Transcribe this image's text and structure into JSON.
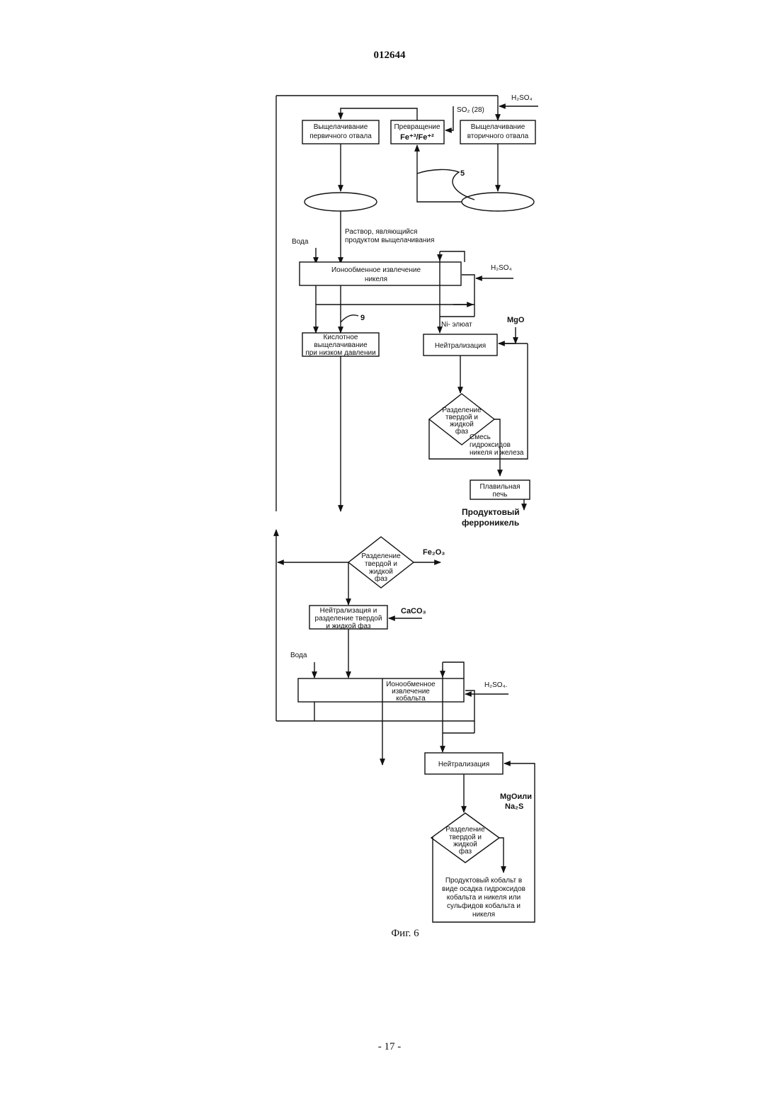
{
  "header": {
    "doc_number": "012644"
  },
  "caption": "Фиг. 6",
  "footer": {
    "page": "- 17 -"
  },
  "diagram": {
    "labels": {
      "h2so4_top": "H₂SO₄",
      "so2": "SO₂ (28)",
      "ref5": "5",
      "solution_line1": "Раствор, являющийся",
      "solution_line2": "продуктом выщелачивания",
      "water1": "Вода",
      "h2so4_ni": "H₂SO₄",
      "ref9": "9",
      "ni_eluate": "Ni- элюат",
      "mgo": "MgO",
      "product_fe_line1": "Продуктовый",
      "product_fe_line2": "ферроникель",
      "fe2o3": "Fe₂O₃",
      "caco3": "CaCO₃",
      "water2": "Вода",
      "h2so4_co": "H₂SO₄.",
      "mgo_na2s_line1": "MgOили",
      "mgo_na2s_line2": "Na₂S"
    },
    "boxes": {
      "leach_primary": [
        "Выщелачивание",
        "первичного отвала"
      ],
      "conversion": [
        "Превращение",
        "Fe⁺³/Fe⁺²"
      ],
      "leach_secondary": [
        "Выщелачивание",
        "вторичного отвала"
      ],
      "ix_nickel": [
        "Ионообменное извлечение",
        "никеля"
      ],
      "acid_leach": [
        "Кислотное",
        "выщелачивание",
        "при низком давлении"
      ],
      "neutralization1": [
        "Нейтрализация"
      ],
      "smelter": [
        "Плавильная",
        "печь"
      ],
      "neutral_sep": [
        "Нейтрализация и",
        "разделение твердой",
        "и жидкой фаз"
      ],
      "ix_cobalt": [
        "Ионообменное",
        "извлечение",
        "кобальта"
      ],
      "neutralization2": [
        "Нейтрализация"
      ],
      "product_co": [
        "Продуктовый кобальт в",
        "виде осадка гидроксидов",
        "кобальта и никеля или",
        "сульфидов кобальта и",
        "никеля"
      ]
    },
    "diamonds": {
      "sep1": [
        "Разделение",
        "твердой и",
        "жидкой",
        "фаз"
      ],
      "sep2": [
        "Разделение",
        "твердой и",
        "жидкой",
        "фаз"
      ],
      "sep3": [
        "Разделение",
        "твердой и",
        "жидкой",
        "фаз"
      ]
    },
    "side_notes": {
      "hydroxides": [
        "Смесь",
        "гидроксидов",
        "никеля и железа"
      ]
    }
  }
}
